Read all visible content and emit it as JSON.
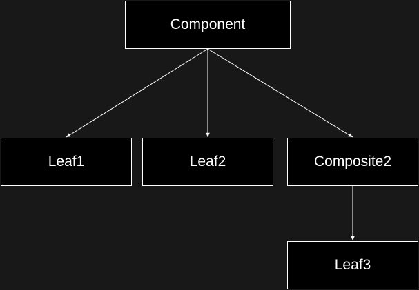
{
  "colors": {
    "background": "#181818",
    "node_fill": "#000000",
    "node_border": "#ffffff",
    "edge": "#ffffff",
    "text": "#ffffff"
  },
  "nodes": {
    "component": "Component",
    "leaf1": "Leaf1",
    "leaf2": "Leaf2",
    "composite2": "Composite2",
    "leaf3": "Leaf3"
  },
  "edges": [
    {
      "from": "component",
      "to": "leaf1"
    },
    {
      "from": "component",
      "to": "leaf2"
    },
    {
      "from": "component",
      "to": "composite2"
    },
    {
      "from": "composite2",
      "to": "leaf3"
    }
  ]
}
